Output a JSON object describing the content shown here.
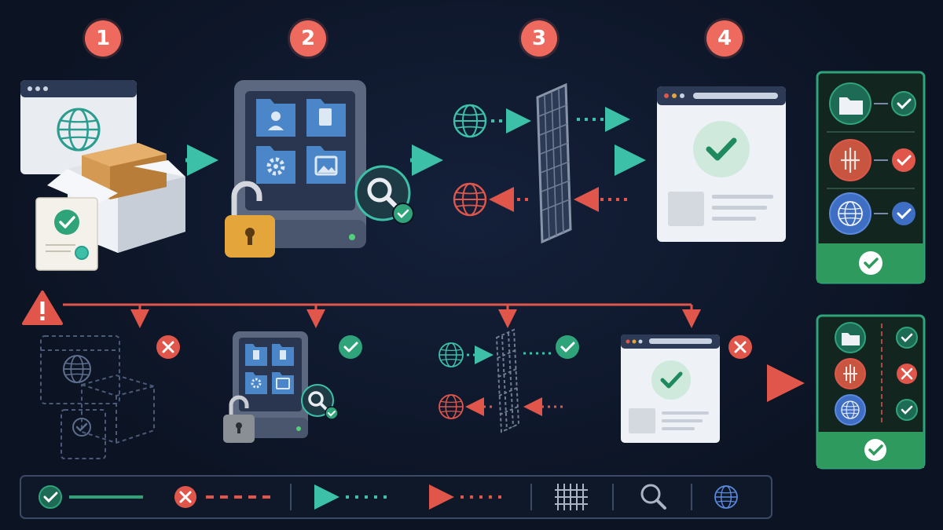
{
  "steps": [
    {
      "number": "1"
    },
    {
      "number": "2"
    },
    {
      "number": "3"
    },
    {
      "number": "4"
    }
  ],
  "colors": {
    "background": "#0c1424",
    "pass": "#2fa37a",
    "fail": "#e0564a",
    "teal": "#3cc1a8",
    "warning": "#e0564a",
    "panel_border": "#3a4a66",
    "checklist_green": "#2e7d55",
    "folder_blue": "#4a86c8",
    "globe_blue": "#3f6fc4"
  },
  "top_row": {
    "step1": {
      "icons": [
        "browser-window-icon",
        "globe-icon",
        "package-box-icon",
        "certificate-icon"
      ],
      "status": "pass"
    },
    "step2": {
      "icons": [
        "storage-server-icon",
        "folder-user-icon",
        "folder-document-icon",
        "folder-settings-icon",
        "folder-image-icon",
        "padlock-open-icon",
        "magnifier-icon"
      ],
      "status": "pass"
    },
    "step3": {
      "icons": [
        "firewall-grid-icon",
        "globe-icon"
      ],
      "inbound": "pass",
      "outbound": "fail"
    },
    "step4": {
      "icons": [
        "web-page-icon",
        "checkmark-icon"
      ],
      "status": "pass"
    }
  },
  "checklists": [
    {
      "items": [
        {
          "icon": "folder-icon",
          "status": "pass"
        },
        {
          "icon": "waveform-icon",
          "status": "fail"
        },
        {
          "icon": "globe-icon",
          "status": "pass"
        }
      ],
      "result": "pass"
    },
    {
      "items": [
        {
          "icon": "folder-icon",
          "status": "pass"
        },
        {
          "icon": "waveform-icon",
          "status": "fail"
        },
        {
          "icon": "globe-icon",
          "status": "pass"
        }
      ],
      "result": "pass"
    }
  ],
  "bottom_row": {
    "step1": {
      "status": "fail"
    },
    "step2": {
      "status": "pass"
    },
    "step3": {
      "status": "pass"
    },
    "step4": {
      "status": "fail"
    }
  },
  "legend": [
    {
      "icon": "check-circle-icon",
      "line": "solid",
      "color": "#2fa37a"
    },
    {
      "icon": "x-circle-icon",
      "line": "dashed",
      "color": "#e0564a"
    },
    {
      "icon": "teal-arrow-icon",
      "line": "dotted",
      "color": "#3cc1a8"
    },
    {
      "icon": "red-arrow-icon",
      "line": "dotted",
      "color": "#e0564a"
    },
    {
      "icon": "firewall-grid-icon"
    },
    {
      "icon": "magnifier-icon"
    },
    {
      "icon": "globe-icon"
    }
  ]
}
